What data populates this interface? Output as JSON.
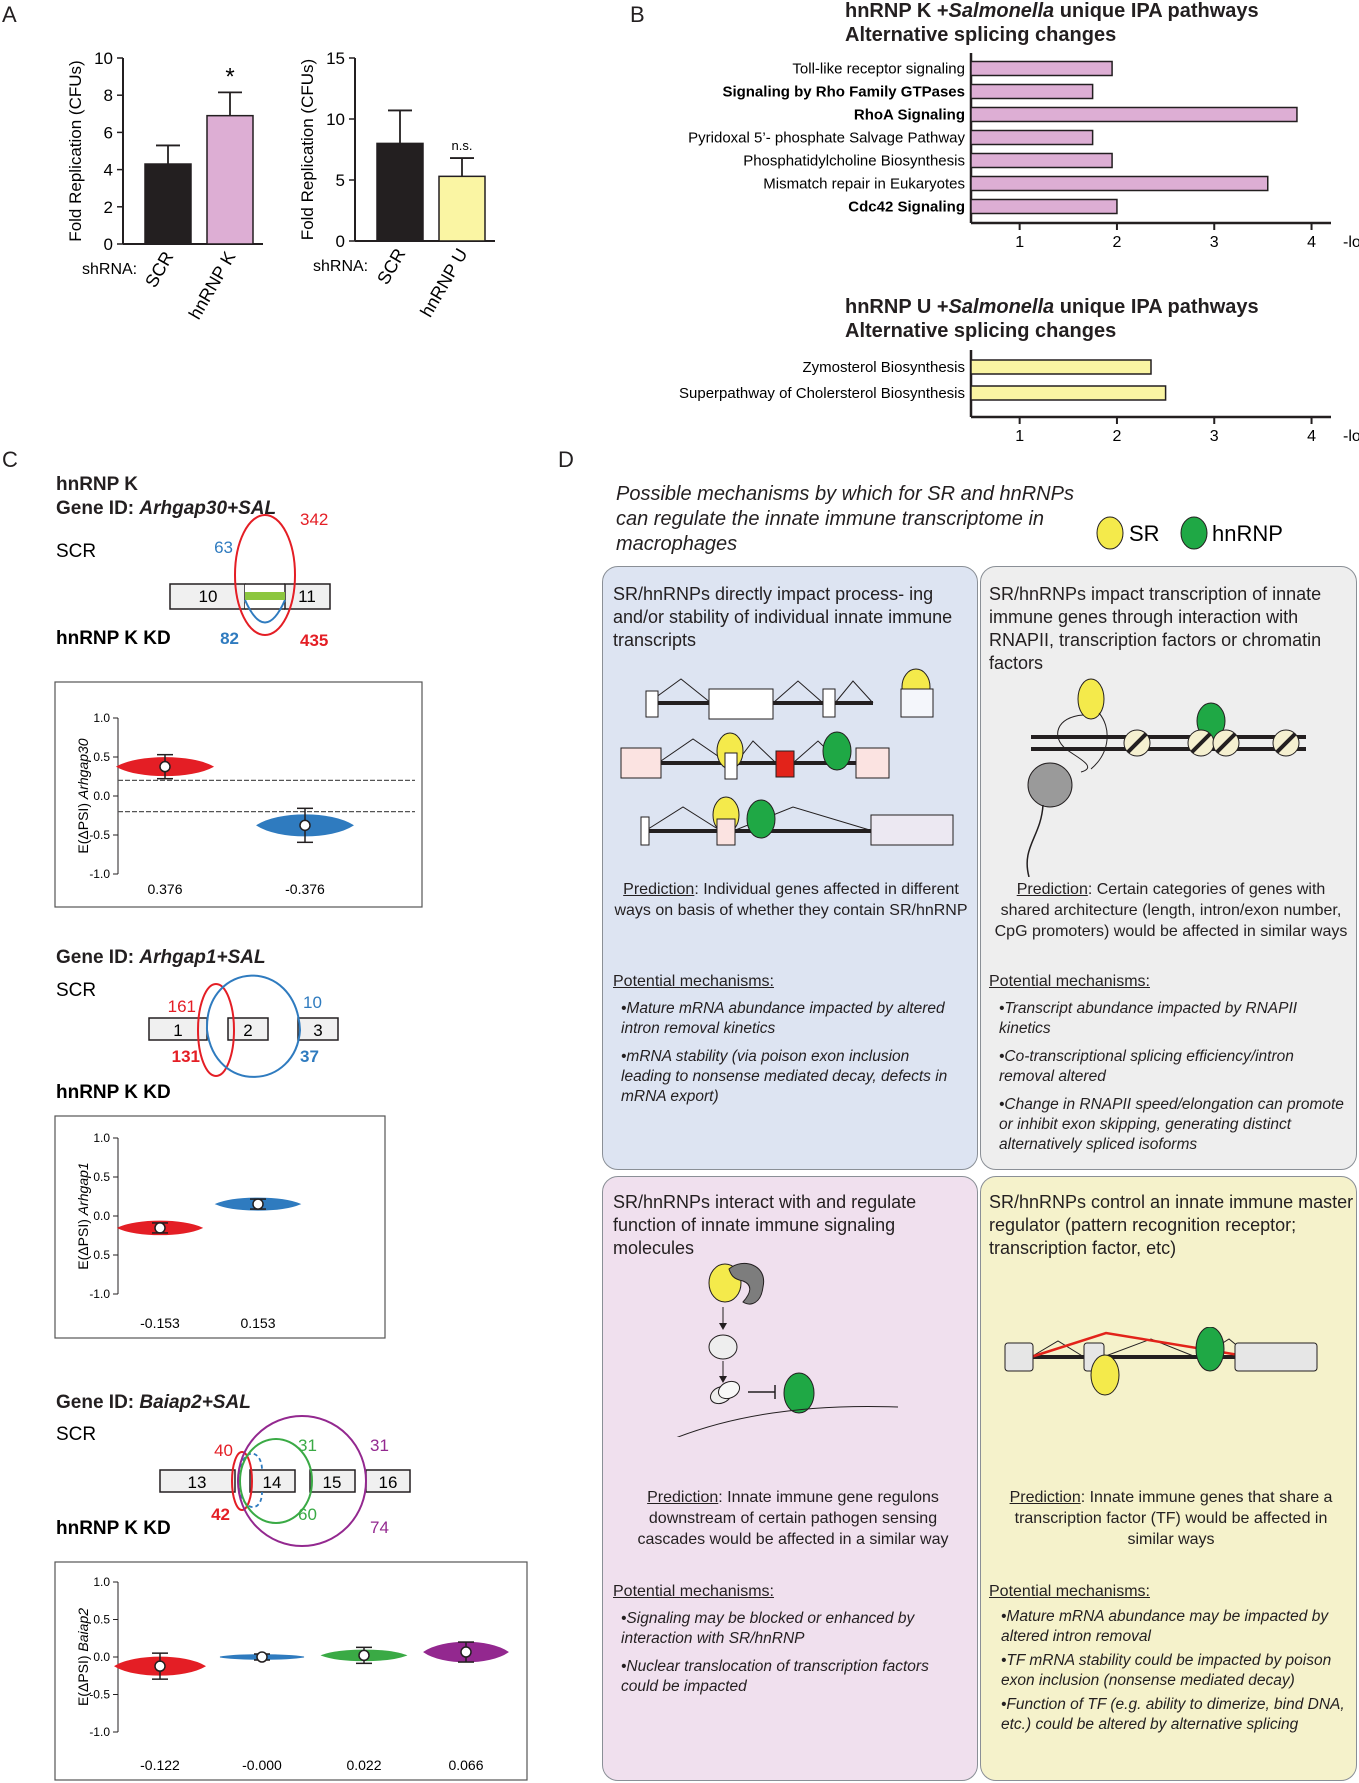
{
  "panels": {
    "a": "A",
    "b": "B",
    "c": "C",
    "d": "D"
  },
  "panelA": {
    "shrna_label": "shRNA:",
    "y_label": "Fold Replication (CFUs)",
    "left": {
      "sig": "*",
      "chart_data": {
        "type": "bar",
        "categories": [
          "SCR",
          "hnRNP K"
        ],
        "values": [
          4.3,
          6.9
        ],
        "error": [
          1.0,
          1.25
        ],
        "colors": [
          "#231f20",
          "#ddaed4"
        ],
        "ylim": [
          0,
          10
        ],
        "yticks": [
          0,
          2,
          4,
          6,
          8,
          10
        ],
        "ylabel": "Fold Replication (CFUs)"
      }
    },
    "right": {
      "sig": "n.s.",
      "chart_data": {
        "type": "bar",
        "categories": [
          "SCR",
          "hnRNP U"
        ],
        "values": [
          8.0,
          5.3
        ],
        "error": [
          2.7,
          1.5
        ],
        "colors": [
          "#231f20",
          "#faf5a3"
        ],
        "ylim": [
          0,
          15
        ],
        "yticks": [
          0,
          5,
          10,
          15
        ],
        "ylabel": "Fold Replication (CFUs)"
      }
    }
  },
  "panelB": {
    "k_title1": "hnRNP K +",
    "k_title_species": "Salmonella",
    "k_title_rest": " unique IPA pathways",
    "k_title2": "Alternative splicing changes",
    "u_title1": "hnRNP U +",
    "u_title_species": "Salmonella",
    "u_title_rest": " unique IPA pathways",
    "u_title2": "Alternative splicing changes",
    "xlabel": "-log (p-value)",
    "k_chart": {
      "type": "bar",
      "orientation": "horizontal",
      "categories": [
        "Toll-like receptor signaling",
        "Signaling by Rho Family GTPases",
        "RhoA Signaling",
        "Pyridoxal 5’- phosphate Salvage Pathway",
        "Phosphatidylcholine Biosynthesis",
        "Mismatch repair in Eukaryotes",
        "Cdc42 Signaling"
      ],
      "bold": [
        false,
        true,
        true,
        false,
        false,
        false,
        true
      ],
      "values": [
        1.95,
        1.75,
        3.85,
        1.75,
        1.95,
        3.55,
        2.0
      ],
      "xticks": [
        1,
        2,
        3,
        4
      ],
      "xlim": [
        0.5,
        4.2
      ],
      "color": "#ddaed4"
    },
    "u_chart": {
      "type": "bar",
      "orientation": "horizontal",
      "categories": [
        "Zymosterol Biosynthesis",
        "Superpathway of Cholersterol Biosynthesis"
      ],
      "values": [
        2.35,
        2.5
      ],
      "xticks": [
        1,
        2,
        3,
        4
      ],
      "xlim": [
        0.5,
        4.2
      ],
      "color": "#faf5a3"
    }
  },
  "panelC": {
    "gene1": {
      "kd_header": "hnRNP K",
      "id_prefix": "Gene ID: ",
      "id_name": "Arhgap30+SAL",
      "scr": "SCR",
      "kd": "hnRNP K KD",
      "exons": [
        "10",
        "11"
      ],
      "scr_blue": "63",
      "scr_red": "342",
      "kd_blue": "82",
      "kd_red": "435",
      "ylabel_prefix": "E(ΔPSI) ",
      "ylabel_gene": "Arhgap30",
      "chart_data": {
        "type": "violin",
        "categories": [
          "0.376",
          "-0.376"
        ],
        "values": [
          0.376,
          -0.376
        ],
        "colors": [
          "#e41e25",
          "#2f7bbf"
        ],
        "ylim": [
          -1.0,
          1.0
        ],
        "yticks": [
          "1.0",
          "0.5",
          "0.0",
          "-0.5",
          "-1.0"
        ],
        "thresholds": [
          0.2,
          -0.2
        ]
      }
    },
    "gene2": {
      "id_prefix": "Gene ID: ",
      "id_name": "Arhgap1+SAL",
      "scr": "SCR",
      "kd": "hnRNP K KD",
      "exons": [
        "1",
        "2",
        "3"
      ],
      "scr_red": "161",
      "scr_blue": "10",
      "kd_red": "131",
      "kd_blue": "37",
      "ylabel_prefix": "E(ΔPSI) ",
      "ylabel_gene": "Arhgap1",
      "chart_data": {
        "type": "violin",
        "categories": [
          "-0.153",
          "0.153"
        ],
        "values": [
          -0.153,
          0.153
        ],
        "colors": [
          "#e41e25",
          "#2f7bbf"
        ],
        "ylim": [
          -1.0,
          1.0
        ],
        "yticks": [
          "1.0",
          "0.5",
          "0.0",
          "0.5",
          "-1.0"
        ]
      }
    },
    "gene3": {
      "id_prefix": "Gene ID: ",
      "id_name": "Baiap2+SAL",
      "scr": "SCR",
      "kd": "hnRNP K KD",
      "exons": [
        "13",
        "14",
        "15",
        "16"
      ],
      "scr_red": "40",
      "scr_green": "31",
      "scr_purple": "31",
      "kd_red": "42",
      "kd_green": "60",
      "kd_purple": "74",
      "ylabel_prefix": "E(ΔPSI) ",
      "ylabel_gene": "Baiap2",
      "chart_data": {
        "type": "violin",
        "categories": [
          "-0.122",
          "-0.000",
          "0.022",
          "0.066"
        ],
        "values": [
          -0.122,
          0.0,
          0.022,
          0.066
        ],
        "colors": [
          "#e41e25",
          "#2f7bbf",
          "#3aaa45",
          "#93288f"
        ],
        "ylim": [
          -1.0,
          1.0
        ],
        "yticks": [
          "1.0",
          "0.5",
          "0.0",
          "-0.5",
          "-1.0"
        ]
      }
    }
  },
  "panelD": {
    "intro": "Possible mechanisms by which for SR and hnRNPs can regulate the innate immune transcriptome in macrophages",
    "legend_sr": "SR",
    "legend_hnrnp": "hnRNP",
    "colors": {
      "sr": "#f4ea4b",
      "hnrnp": "#1fa845",
      "box1": "#dde4f2",
      "box2": "#eeeeee",
      "box3": "#f0e0ee",
      "box4": "#f5f2cb"
    },
    "prediction_label": "Prediction",
    "mech_label": "Potential mechanisms:",
    "box1": {
      "title": "SR/hnRNPs directly impact process- ing and/or stability of individual innate immune transcripts",
      "prediction": ": Individual genes affected in different ways on basis of whether they contain SR/hnRNP",
      "mechs": [
        "•Mature mRNA abundance impacted by altered intron removal kinetics",
        "•mRNA stability (via poison exon inclusion leading to nonsense mediated decay, defects in mRNA export)"
      ]
    },
    "box2": {
      "title": "SR/hnRNPs impact transcription of innate immune genes through interaction with RNAPII, transcription factors or chromatin factors",
      "prediction": ": Certain categories of genes with shared architecture (length, intron/exon number, CpG promoters) would be affected in similar ways",
      "mechs": [
        "•Transcript abundance impacted by RNAPII kinetics",
        "•Co-transcriptional splicing efficiency/intron removal  altered",
        "•Change in RNAPII speed/elongation can promote or inhibit exon skipping, generating distinct alternatively spliced isoforms"
      ]
    },
    "box3": {
      "title": "SR/hnRNPs interact with and regulate function of innate immune signaling molecules",
      "prediction": ": Innate immune gene regulons downstream of certain pathogen sensing cascades would be affected in a similar way",
      "mechs": [
        "•Signaling may be blocked or enhanced by interaction with SR/hnRNP",
        "•Nuclear translocation of transcription factors could be impacted"
      ]
    },
    "box4": {
      "title": "SR/hnRNPs control an innate immune master regulator (pattern recognition receptor; transcription factor, etc)",
      "prediction": ": Innate immune genes that share a transcription factor (TF) would be affected in similar ways",
      "mechs": [
        "•Mature mRNA abundance may be impacted by altered intron removal",
        "•TF mRNA stability could be impacted by poison exon inclusion (nonsense mediated decay)",
        "•Function of TF (e.g. ability to dimerize, bind DNA, etc.) could be altered by alternative splicing"
      ]
    }
  }
}
